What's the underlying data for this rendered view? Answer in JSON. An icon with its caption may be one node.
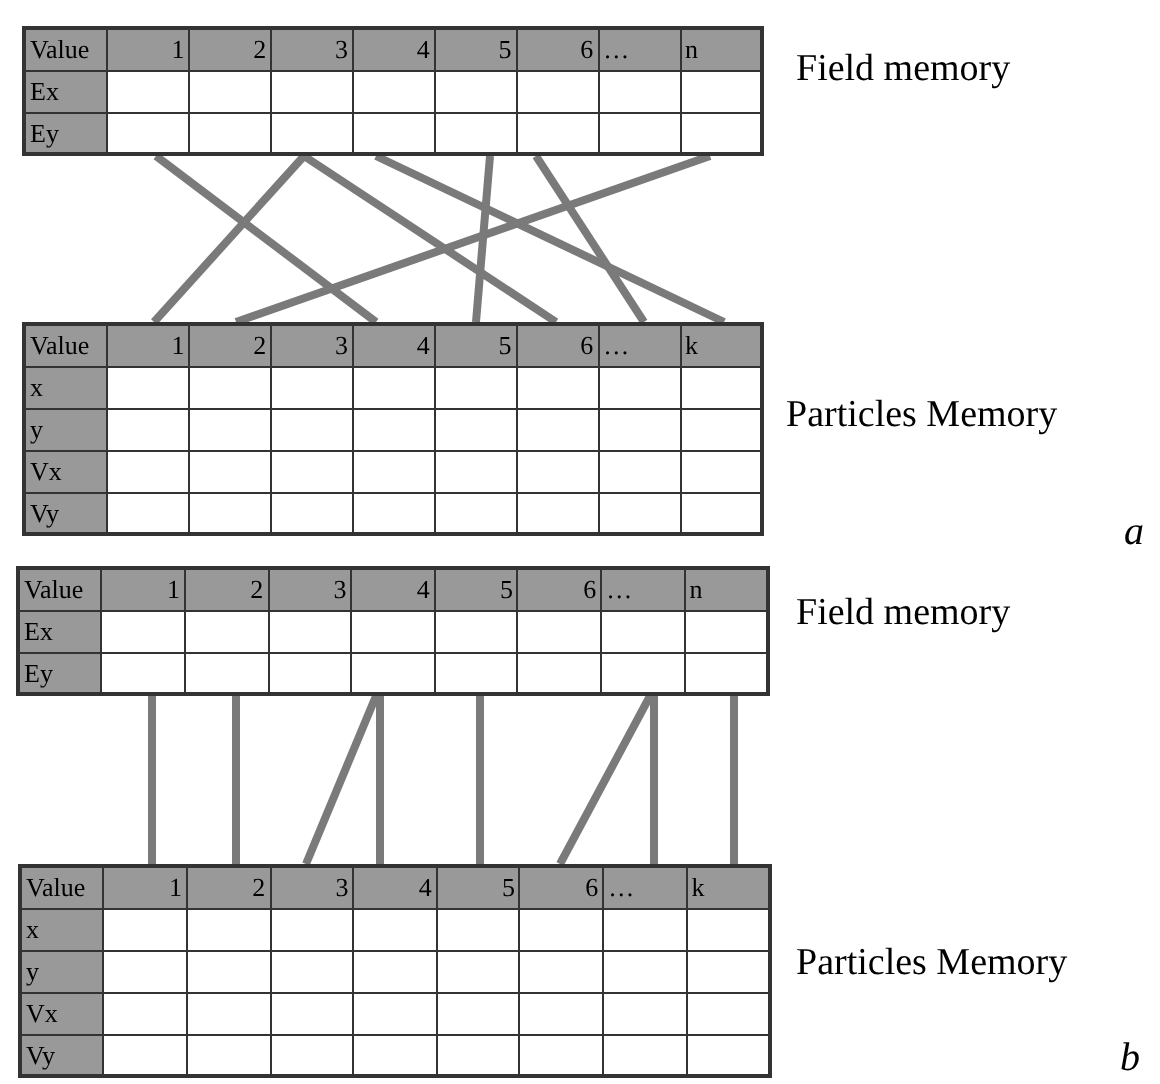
{
  "diagram": {
    "nodes": [
      {
        "text": [
          "Value",
          "1",
          "2",
          "3",
          "4",
          "5",
          "6",
          "…",
          "n",
          "Ex",
          "Ey"
        ],
        "beside": [
          "Field memory"
        ]
      },
      {
        "text": [
          "Value",
          "1",
          "2",
          "3",
          "4",
          "5",
          "6",
          "…",
          "k",
          "x",
          "y",
          "Vx",
          "Vy"
        ],
        "beside": [
          "Particles Memory"
        ]
      },
      {
        "text": [
          "Value",
          "1",
          "2",
          "3",
          "4",
          "5",
          "6",
          "…",
          "n",
          "Ex",
          "Ey"
        ],
        "beside": [
          "Field memory"
        ]
      },
      {
        "text": [
          "Value",
          "1",
          "2",
          "3",
          "4",
          "5",
          "6",
          "…",
          "k",
          "x",
          "y",
          "Vx",
          "Vy"
        ],
        "beside": [
          "Particles Memory"
        ]
      }
    ],
    "edges": [
      {
        "from": 0,
        "to": 1,
        "arrow": "none"
      },
      {
        "from": 0,
        "to": 1,
        "arrow": "none"
      },
      {
        "from": 0,
        "to": 1,
        "arrow": "none"
      },
      {
        "from": 0,
        "to": 1,
        "arrow": "none"
      },
      {
        "from": 0,
        "to": 1,
        "arrow": "none"
      },
      {
        "from": 0,
        "to": 1,
        "arrow": "none"
      },
      {
        "from": 0,
        "to": 1,
        "arrow": "none"
      },
      {
        "from": 2,
        "to": 3,
        "arrow": "none"
      },
      {
        "from": 2,
        "to": 3,
        "arrow": "none"
      },
      {
        "from": 2,
        "to": 3,
        "arrow": "none"
      },
      {
        "from": 2,
        "to": 3,
        "arrow": "none"
      },
      {
        "from": 2,
        "to": 3,
        "arrow": "none"
      },
      {
        "from": 2,
        "to": 3,
        "arrow": "none"
      },
      {
        "from": 2,
        "to": 3,
        "arrow": "none"
      },
      {
        "from": 2,
        "to": 3,
        "arrow": "none"
      }
    ],
    "labels": [
      "a",
      "b"
    ]
  }
}
